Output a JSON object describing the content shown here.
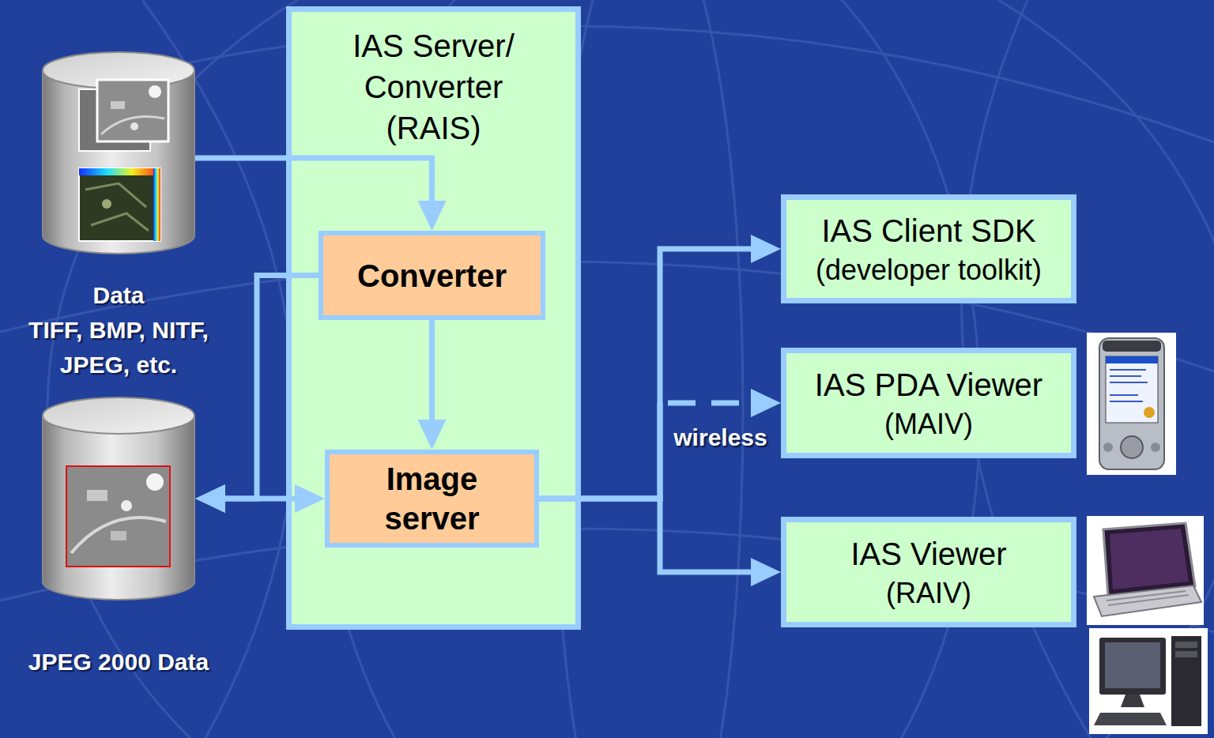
{
  "diagram": {
    "nodes": [
      {
        "text": [
          "Data",
          "TIFF, BMP, NITF, JPEG, etc."
        ]
      },
      {
        "text": [
          "JPEG 2000 Data"
        ]
      },
      {
        "text": [
          "IAS Server/ Converter",
          "(RAIS)"
        ]
      },
      {
        "text": [
          "Converter"
        ],
        "in": 2
      },
      {
        "text": [
          "Image server"
        ],
        "in": 2
      },
      {
        "text": [
          "IAS Client SDK",
          "(developer toolkit)"
        ]
      },
      {
        "text": [
          "IAS PDA Viewer",
          "(MAIV)"
        ]
      },
      {
        "text": [
          "IAS Viewer",
          "(RAIV)"
        ]
      }
    ],
    "edges": [
      {
        "from": 0,
        "to": 3,
        "arrow": "to"
      },
      {
        "from": 3,
        "to": 4,
        "arrow": "to"
      },
      {
        "from": 3,
        "to": 1,
        "arrow": "to"
      },
      {
        "from": 1,
        "to": 4,
        "arrow": "both"
      },
      {
        "from": 4,
        "to": 5,
        "arrow": "to"
      },
      {
        "from": 4,
        "to": 6,
        "label": "wireless",
        "arrow": "to"
      },
      {
        "from": 4,
        "to": 7,
        "arrow": "to"
      }
    ]
  }
}
